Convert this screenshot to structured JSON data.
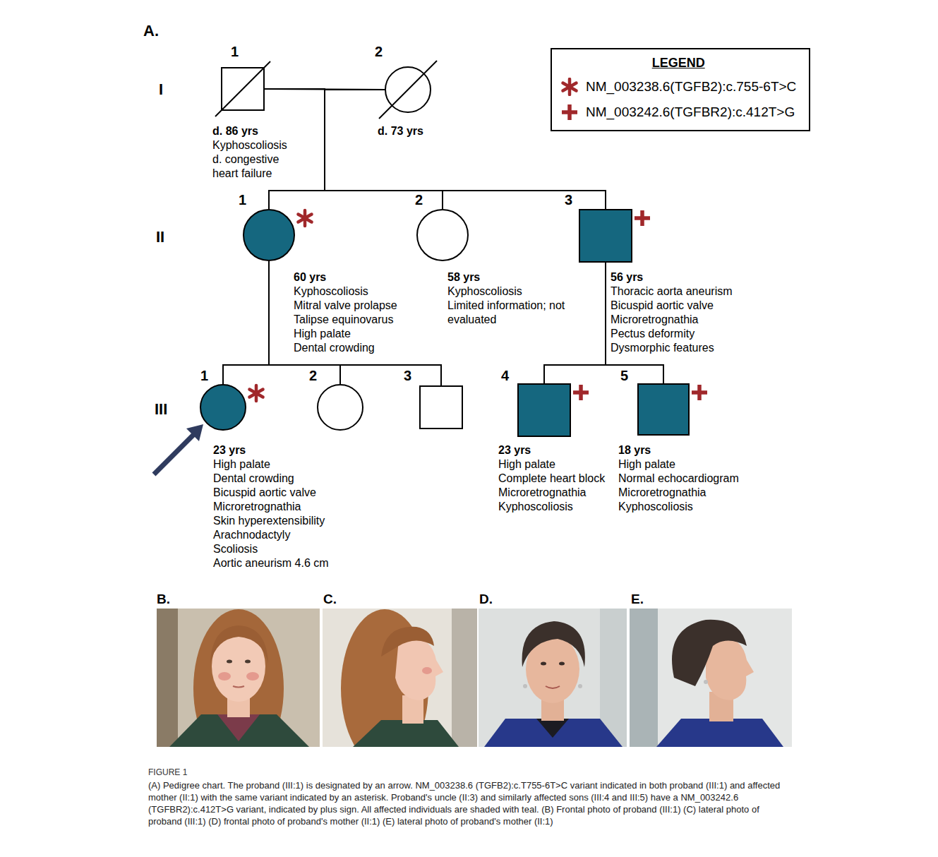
{
  "diagram": {
    "caption": "(A) Pedigree chart. The proband (III:1) is designated by an arrow. NM_003238.6 (TGFB2):c.T755-6T>C variant indicated in both proband (III:1) and affected mother (II:1) with the same variant indicated by an asterisk. Proband's uncle (II:3) and similarly affected sons (III:4 and III:5) have a NM_003242.6 (TGFBR2):c.412T>G variant, indicated by plus sign. All affected individuals are shaded with teal. (B) Frontal photo of proband (III:1) (C) lateral photo of proband (III:1) (D) frontal photo of proband's mother (II:1) (E) lateral photo of proband's mother (II:1)",
    "nodes": [
      {
        "text": [
          "1",
          "d. 86 yrs",
          "Kyphoscoliosis",
          "d. congestive heart failure"
        ]
      },
      {
        "text": [
          "2",
          "d. 73 yrs"
        ]
      },
      {
        "text": [
          "1",
          "60 yrs",
          "Kyphoscoliosis",
          "Mitral valve prolapse",
          "Talipse equinovarus",
          "High palate",
          "Dental crowding"
        ]
      },
      {
        "text": [
          "2",
          "58 yrs",
          "Kyphoscoliosis",
          "Limited information; not evaluated"
        ]
      },
      {
        "text": [
          "3",
          "56 yrs",
          "Thoracic aorta aneurism",
          "Bicuspid aortic valve",
          "Microretrognathia",
          "Pectus deformity",
          "Dysmorphic features"
        ]
      },
      {
        "text": [
          "1",
          "23 yrs",
          "High palate",
          "Dental crowding",
          "Bicuspid aortic valve",
          "Microretrognathia",
          "Skin hyperextensibility",
          "Arachnodactyly",
          "Scoliosis",
          "Aortic aneurism 4.6 cm"
        ]
      },
      {
        "text": [
          "2"
        ]
      },
      {
        "text": [
          "3"
        ]
      },
      {
        "text": [
          "4",
          "23 yrs",
          "High palate",
          "Complete heart block",
          "Microretrognathia",
          "Kyphoscoliosis"
        ]
      },
      {
        "text": [
          "5",
          "18 yrs",
          "High palate",
          "Normal echocardiogram",
          "Microretrognathia",
          "Kyphoscoliosis"
        ]
      }
    ],
    "edges": [
      {
        "from": 0,
        "to": 1,
        "arrow": "none"
      },
      {
        "from": 0,
        "to": 2,
        "arrow": "none"
      },
      {
        "from": 0,
        "to": 3,
        "arrow": "none"
      },
      {
        "from": 0,
        "to": 4,
        "arrow": "none"
      },
      {
        "from": 1,
        "to": 2,
        "arrow": "none"
      },
      {
        "from": 1,
        "to": 3,
        "arrow": "none"
      },
      {
        "from": 1,
        "to": 4,
        "arrow": "none"
      },
      {
        "from": 2,
        "to": 5,
        "arrow": "none"
      },
      {
        "from": 2,
        "to": 6,
        "arrow": "none"
      },
      {
        "from": 2,
        "to": 7,
        "arrow": "none"
      },
      {
        "from": 4,
        "to": 8,
        "arrow": "none"
      },
      {
        "from": 4,
        "to": 9,
        "arrow": "none"
      }
    ],
    "labels": [
      "A.",
      "I",
      "II",
      "III",
      "LEGEND",
      "B.",
      "C.",
      "D.",
      "E.",
      "FIGURE 1"
    ],
    "legend": [
      {
        "text": "NM_003238.6(TGFB2):c.755-6T>C"
      },
      {
        "text": "NM_003242.6(TGFBR2):c.412T>G"
      }
    ]
  }
}
